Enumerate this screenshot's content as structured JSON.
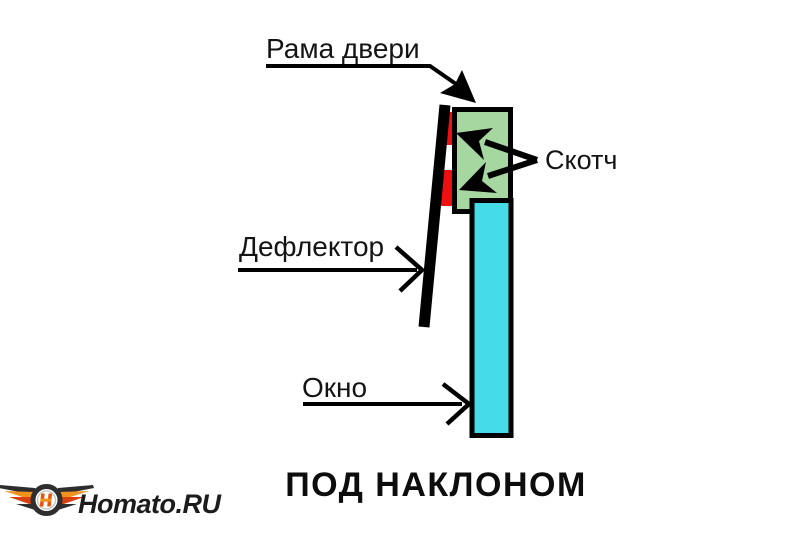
{
  "labels": {
    "door_frame": "Рама двери",
    "tape": "Скотч",
    "deflector": "Дефлектор",
    "window": "Окно"
  },
  "caption": "ПОД НАКЛОНОМ",
  "brand": "Homato.RU",
  "colors": {
    "door_frame_fill": "#a6d7a0",
    "window_fill": "#45dce8",
    "tape_fill": "#ee1010",
    "outline": "#000000",
    "label_text": "#141414",
    "brand_wing_orange": "#f0921e",
    "brand_wing_red": "#d9400f",
    "brand_dark": "#2e2e2e"
  }
}
